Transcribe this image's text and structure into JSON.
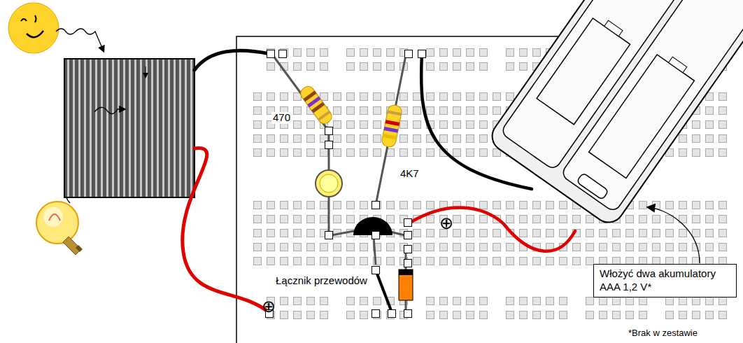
{
  "diagram": {
    "nodes": [
      {
        "text": [
          "Włożyć dwa akumulatory AAA 1,2 V*"
        ]
      }
    ],
    "labels": [
      "470",
      "4K7",
      "Łącznik przewodów",
      "⊕",
      "⊕",
      "*Brak w zestawie"
    ]
  }
}
